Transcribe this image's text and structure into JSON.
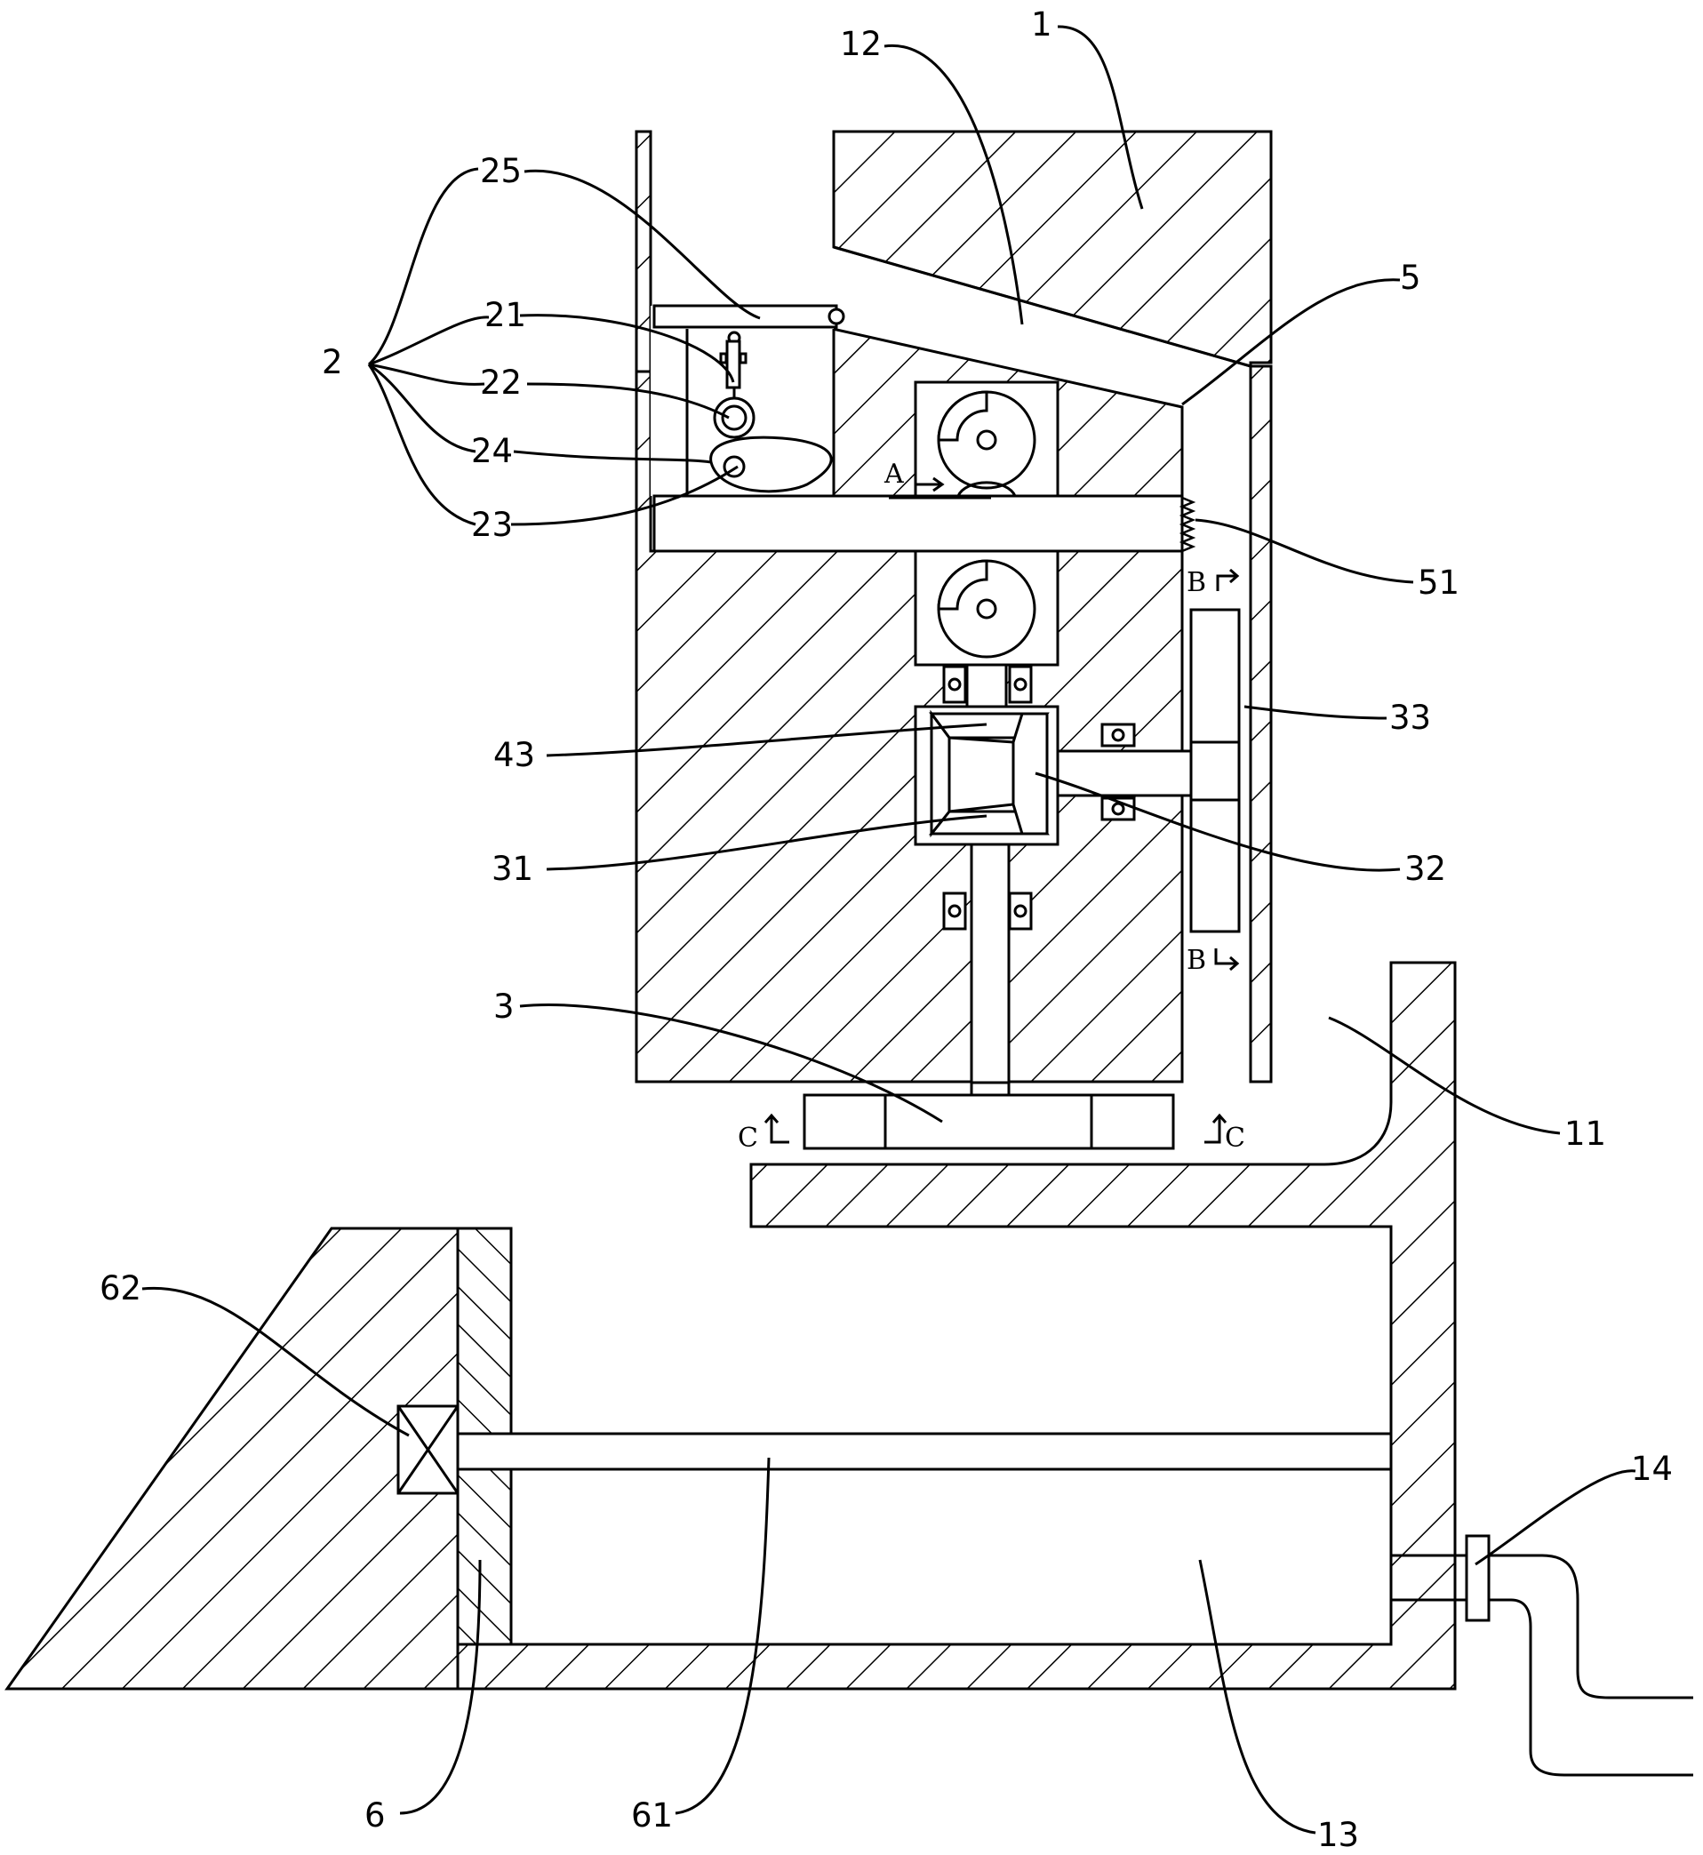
{
  "labels": {
    "l1": "1",
    "l12": "12",
    "l25": "25",
    "l21": "21",
    "l2": "2",
    "l22": "22",
    "l24": "24",
    "l23": "23",
    "l5": "5",
    "l51": "51",
    "l33": "33",
    "l43": "43",
    "l31": "31",
    "l32": "32",
    "l3": "3",
    "l11": "11",
    "l62": "62",
    "l14": "14",
    "l6": "6",
    "l61": "61",
    "l13": "13"
  },
  "section_marks": {
    "a": "A",
    "b_top": "B",
    "b_bottom": "B",
    "c_left": "C",
    "c_right": "C"
  },
  "colors": {
    "line": "#000000",
    "background": "#ffffff"
  }
}
